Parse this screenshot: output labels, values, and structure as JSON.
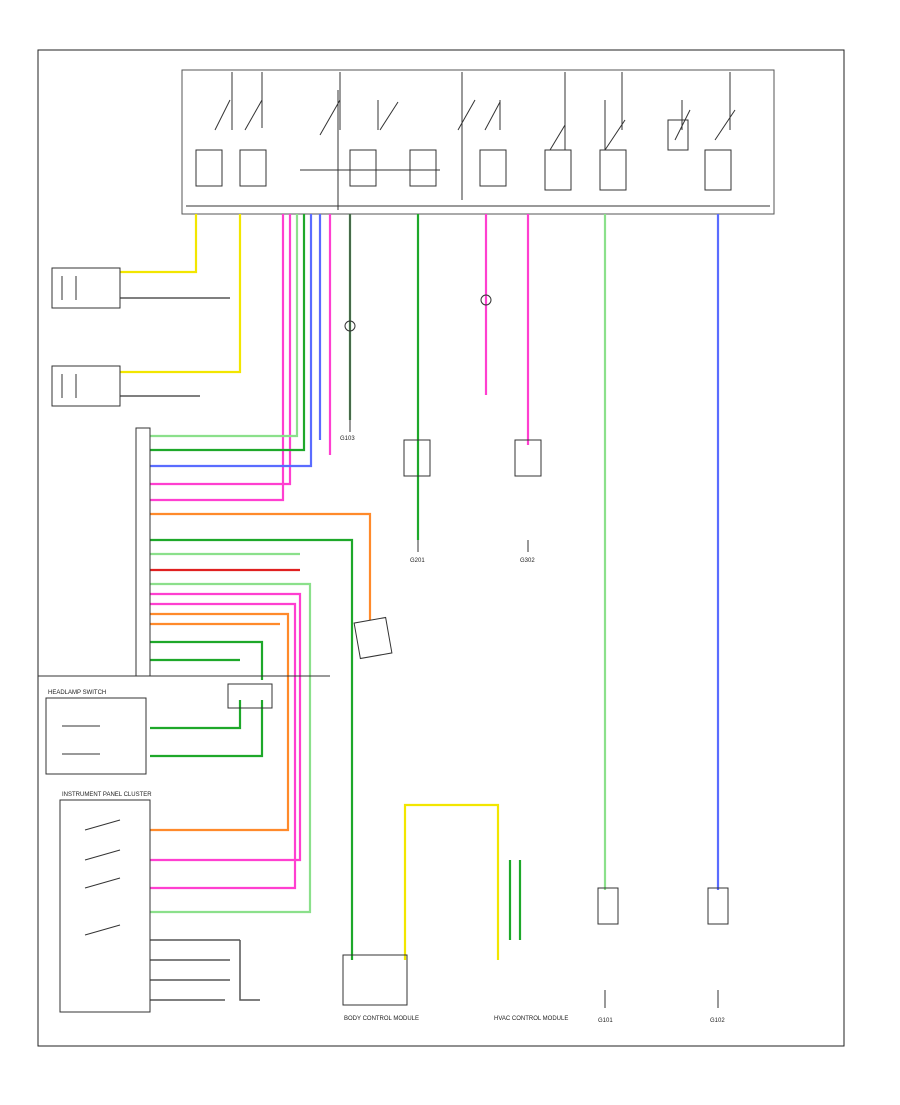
{
  "modules": {
    "bcm": "BODY CONTROL MODULE",
    "ipc": "INSTRUMENT PANEL CLUSTER",
    "headlamp_switch": "HEADLAMP SWITCH",
    "hvac": "HVAC CONTROL MODULE"
  },
  "ground_labels": [
    "G101",
    "G102",
    "G103",
    "G201",
    "G302"
  ],
  "colors": {
    "yellow": "#f2e600",
    "green": "#1ea82a",
    "light_green": "#8be08b",
    "pink": "#ff3fd0",
    "orange": "#ff8a2b",
    "blue": "#5a6cff",
    "red": "#e02020",
    "gray": "#555555"
  }
}
